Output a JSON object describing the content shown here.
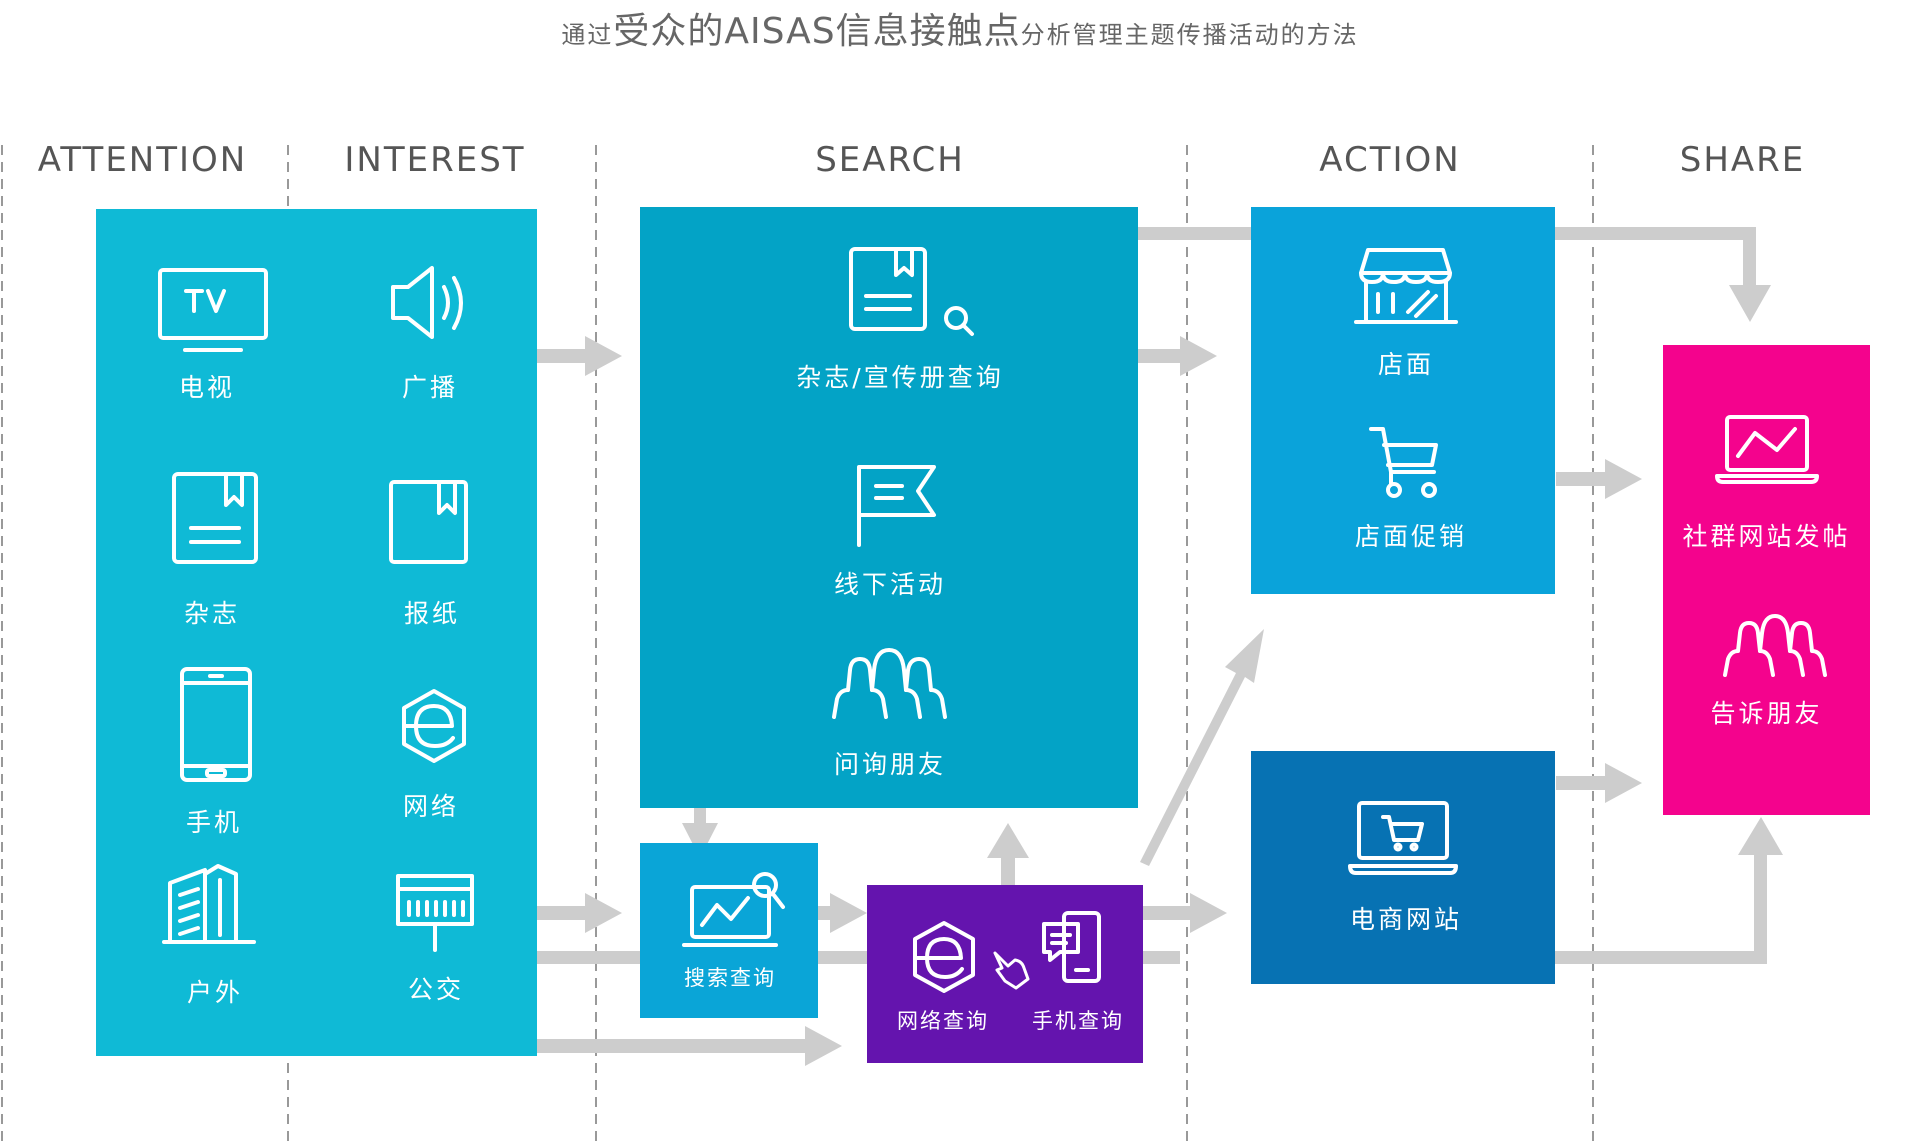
{
  "title": {
    "prefix": "通过",
    "main": "受众的AISAS信息接触点",
    "suffix": "分析管理主题传播活动的方法"
  },
  "stages": [
    "ATTENTION",
    "INTEREST",
    "SEARCH",
    "ACTION",
    "SHARE"
  ],
  "attention_interest": {
    "color": "#0FBAD6",
    "items": [
      {
        "icon": "tv-icon",
        "label": "电视"
      },
      {
        "icon": "speaker-icon",
        "label": "广播"
      },
      {
        "icon": "magazine-icon",
        "label": "杂志"
      },
      {
        "icon": "newspaper-icon",
        "label": "报纸"
      },
      {
        "icon": "mobile-phone-icon",
        "label": "手机"
      },
      {
        "icon": "internet-icon",
        "label": "网络"
      },
      {
        "icon": "outdoor-building-icon",
        "label": "户外"
      },
      {
        "icon": "bus-stop-icon",
        "label": "公交"
      }
    ]
  },
  "search": {
    "color": "#03A3C6",
    "items": [
      {
        "icon": "brochure-search-icon",
        "label": "杂志/宣传册查询"
      },
      {
        "icon": "flag-icon",
        "label": "线下活动"
      },
      {
        "icon": "people-icon",
        "label": "问询朋友"
      }
    ],
    "engine": {
      "icon": "analytics-search-icon",
      "label": "搜索查询",
      "color": "#0AA5D7"
    },
    "query": {
      "color": "#6414AE",
      "items": [
        {
          "icon": "internet-icon",
          "label": "网络查询"
        },
        {
          "icon": "pointer-hand-icon"
        },
        {
          "icon": "mobile-chat-icon",
          "label": "手机查询"
        }
      ]
    }
  },
  "action": {
    "store": {
      "color": "#0AA3DA",
      "items": [
        {
          "icon": "storefront-icon",
          "label": "店面"
        },
        {
          "icon": "shopping-cart-icon",
          "label": "店面促销"
        }
      ]
    },
    "ecommerce": {
      "color": "#0772B3",
      "icon": "laptop-cart-icon",
      "label": "电商网站"
    }
  },
  "share": {
    "color": "#F4038D",
    "items": [
      {
        "icon": "laptop-chart-icon",
        "label": "社群网站发帖"
      },
      {
        "icon": "friends-icon",
        "label": "告诉朋友"
      }
    ]
  },
  "colors": {
    "arrow": "#CDCDCD",
    "divider": "#999999",
    "text": "#555555"
  }
}
